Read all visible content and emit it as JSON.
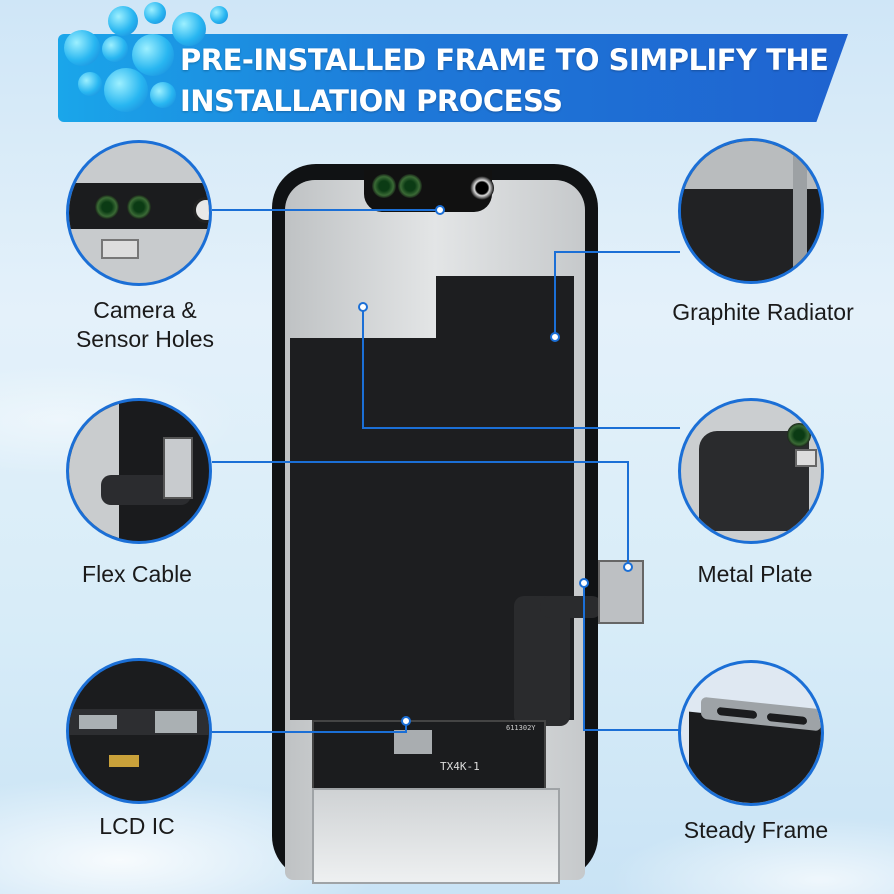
{
  "banner": {
    "line1": "PRE-INSTALLED FRAME TO SIMPLIFY THE",
    "line2": "INSTALLATION PROCESS"
  },
  "callouts": {
    "camera": "Camera &\nSensor Holes",
    "graphite": "Graphite Radiator",
    "flex": "Flex Cable",
    "metal": "Metal Plate",
    "lcd": "LCD IC",
    "steady": "Steady Frame"
  },
  "phone_markings": {
    "ic_text": "TX4K-1",
    "serial": "611302Y"
  },
  "colors": {
    "accent": "#1b6fd6",
    "banner": "#1e78d8",
    "screen": "#1d1e20"
  }
}
